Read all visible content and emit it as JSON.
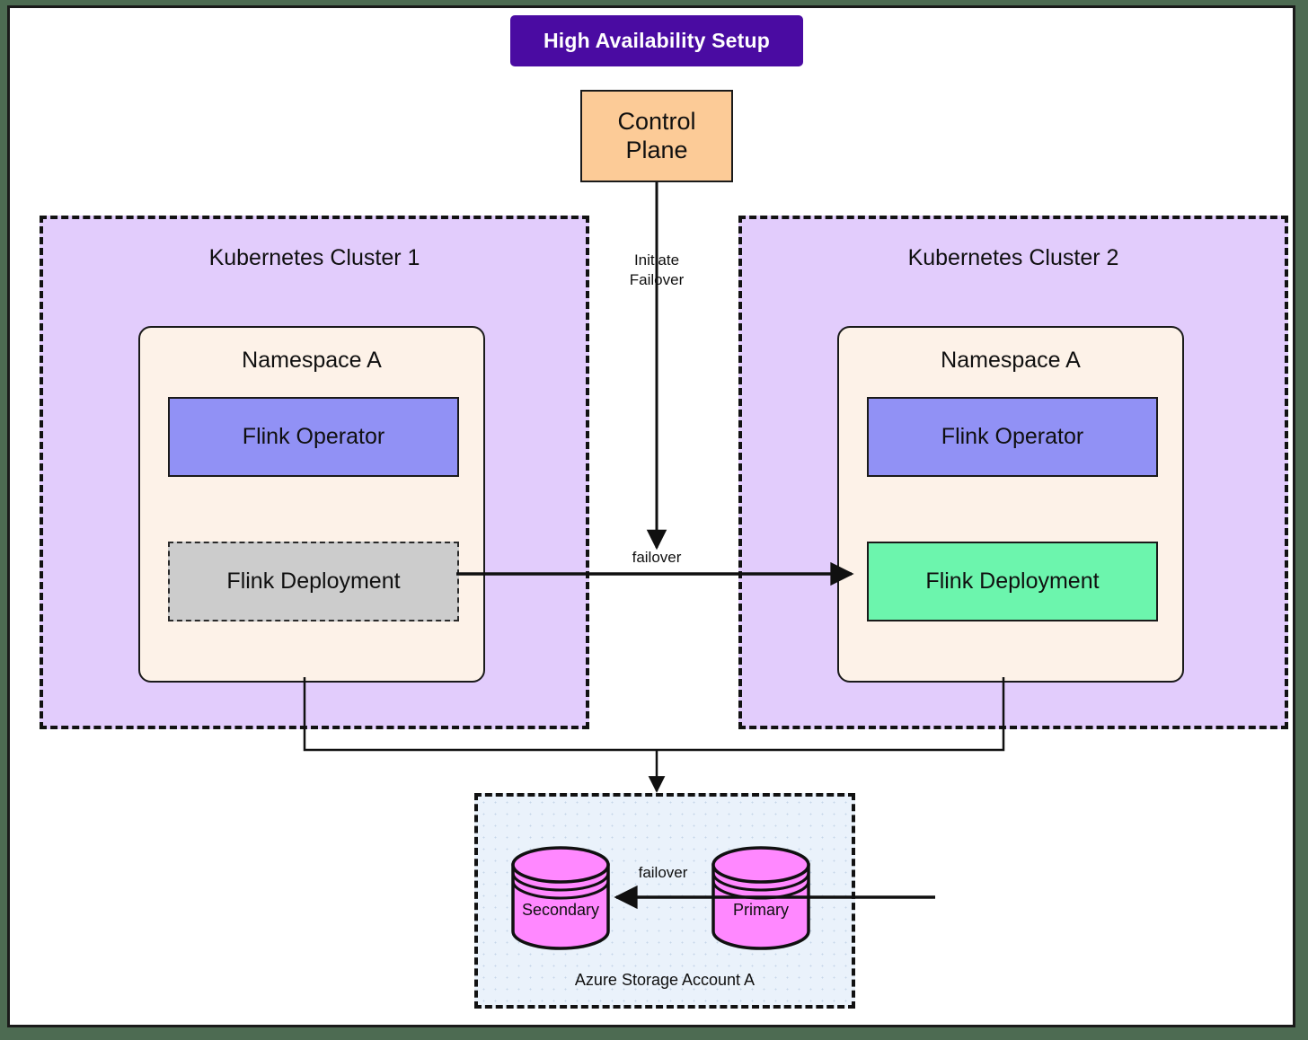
{
  "diagram": {
    "title": "High Availability Setup",
    "outer_background_color": "#4d6b52",
    "page_background_color": "#ffffff"
  },
  "title_banner": {
    "label": "High Availability Setup",
    "background_color": "#4a0ba2",
    "text_color": "#ffffff"
  },
  "control_plane": {
    "line1": "Control",
    "line2": "Plane",
    "background_color": "#fccb97"
  },
  "clusters": [
    {
      "label": "Kubernetes Cluster 1",
      "background_color": "#e2ccfc",
      "namespace": {
        "label": "Namespace A",
        "background_color": "#fdf2e8",
        "operator": {
          "label": "Flink Operator",
          "background_color": "#9191f5"
        },
        "deployment": {
          "label": "Flink Deployment",
          "background_color": "#cccccc",
          "state": "inactive"
        }
      }
    },
    {
      "label": "Kubernetes Cluster 2",
      "background_color": "#e2ccfc",
      "namespace": {
        "label": "Namespace A",
        "background_color": "#fdf2e8",
        "operator": {
          "label": "Flink Operator",
          "background_color": "#9191f5"
        },
        "deployment": {
          "label": "Flink Deployment",
          "background_color": "#6cf5ad",
          "state": "active"
        }
      }
    }
  ],
  "edges": {
    "control_plane_to_failover": "Initiate\nFailover",
    "initiate_line1": "Initiate",
    "initiate_line2": "Failover",
    "deployment_failover": "failover",
    "storage_failover": "failover"
  },
  "storage": {
    "label": "Azure Storage Account A",
    "background_color": "#eaf2fb",
    "cylinders": [
      {
        "label": "Secondary",
        "role": "secondary",
        "color": "#ff88ff"
      },
      {
        "label": "Primary",
        "role": "primary",
        "color": "#ff88ff"
      }
    ]
  }
}
